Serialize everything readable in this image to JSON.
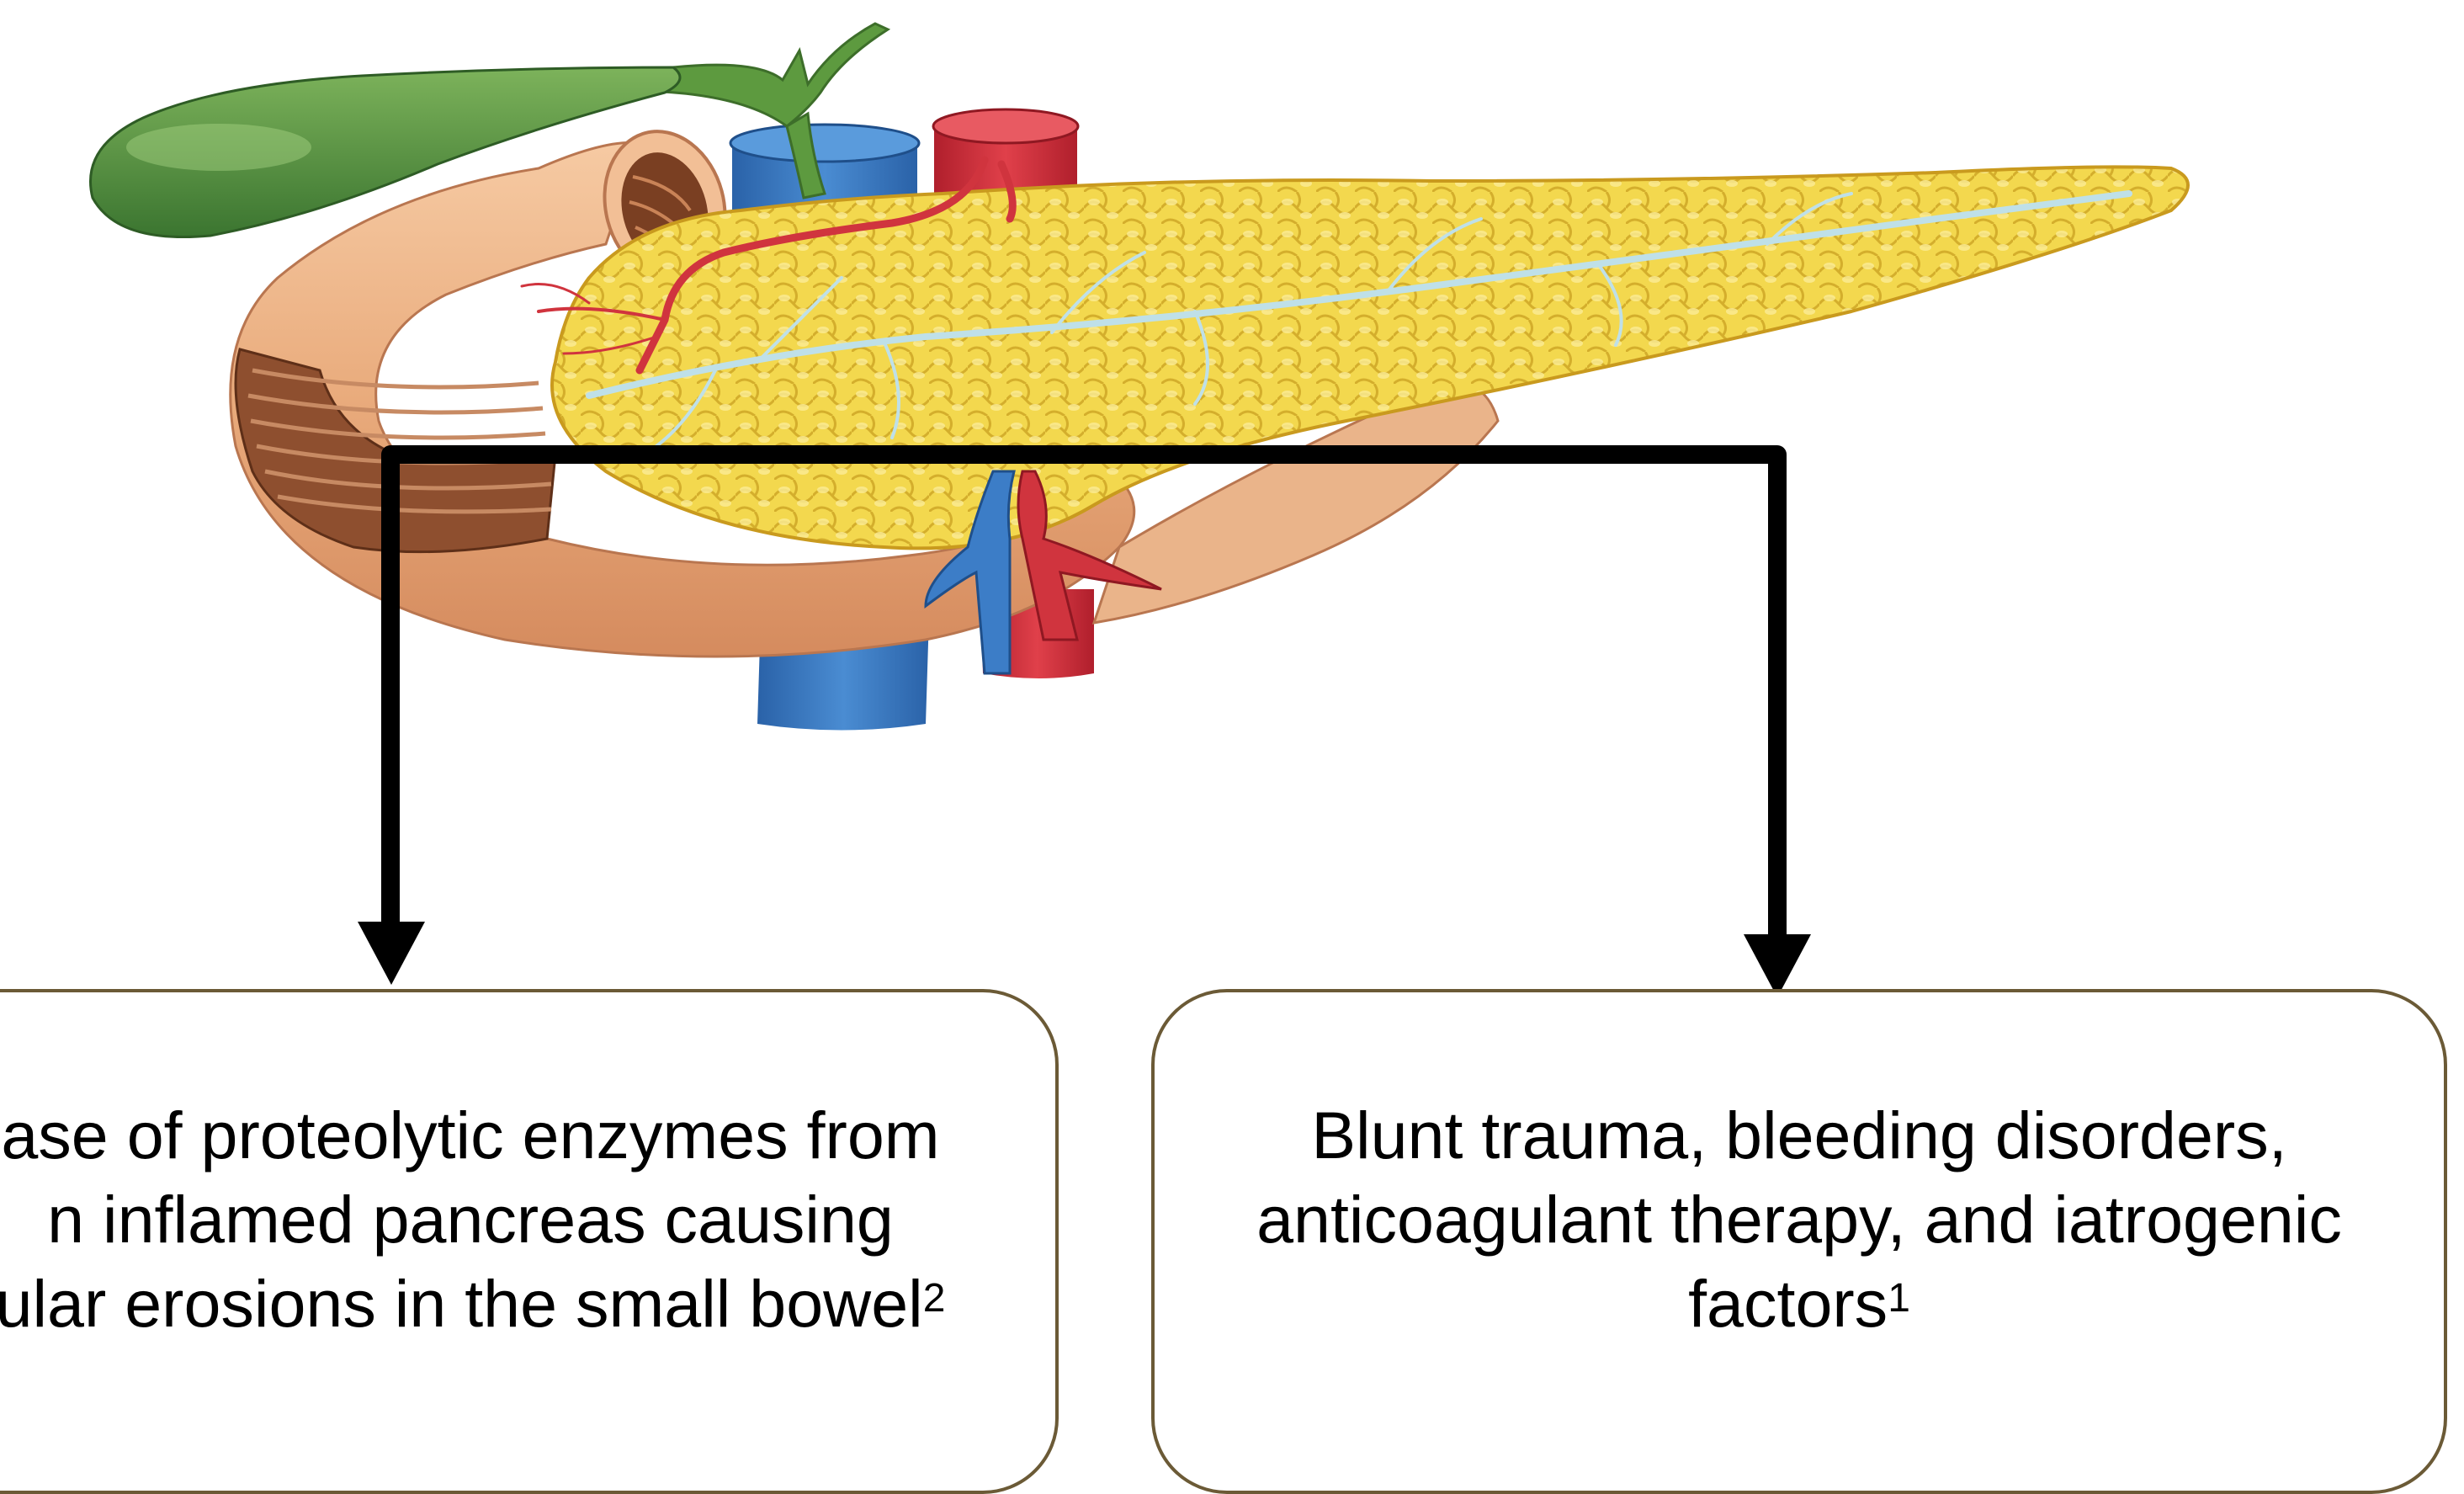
{
  "illustration": {
    "subject": "pancreas-anatomy",
    "colors": {
      "gallbladder": "#4f8a3a",
      "duodenum": "#e9b287",
      "muscle_layer": "#9b5a37",
      "pancreas": "#f1d54e",
      "pancreatic_duct": "#bfe0e8",
      "vein": "#2f6fb5",
      "artery": "#cc2a36",
      "arrow": "#000000",
      "box_border": "#6b5a36"
    }
  },
  "boxes": {
    "left": {
      "lines": [
        "ase of proteolytic enzymes from",
        "n inflamed pancreas causing",
        "ular erosions in the small bowel"
      ],
      "superscript": "2"
    },
    "right": {
      "lines": [
        "Blunt trauma, bleeding disorders,",
        "anticoagulant therapy, and iatrogenic",
        "factors"
      ],
      "superscript": "1"
    }
  }
}
